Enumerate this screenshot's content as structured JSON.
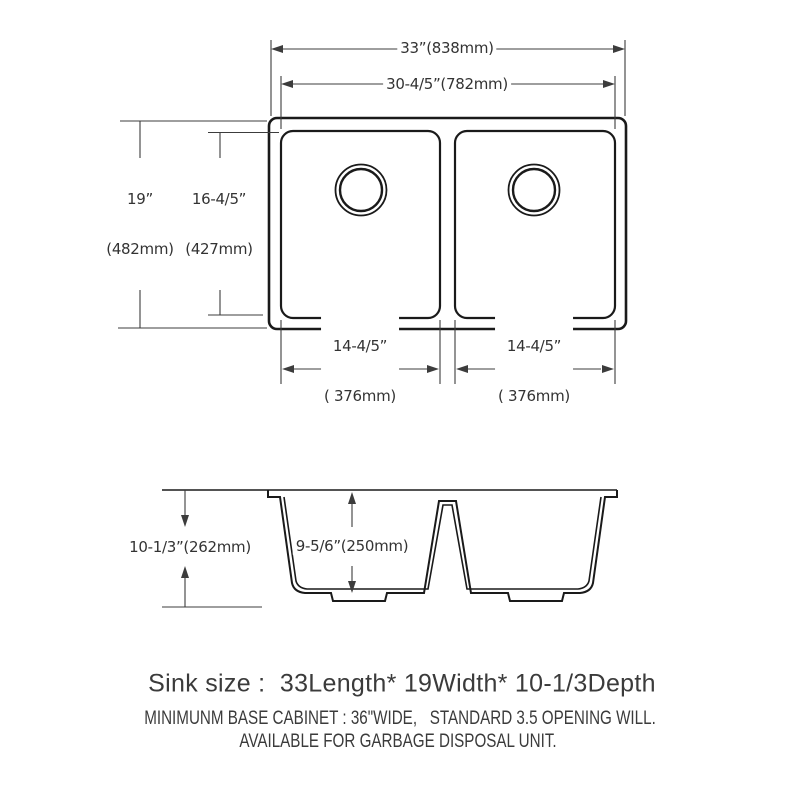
{
  "top_view": {
    "overall_width": "33”(838mm)",
    "inner_width": "30-4/5”(782mm)",
    "overall_depth": [
      "19”",
      "(482mm)"
    ],
    "bowl_depth": [
      "16-4/5”",
      "(427mm)"
    ],
    "left_bowl_width": [
      "14-4/5”",
      "( 376mm)"
    ],
    "right_bowl_width": [
      "14-4/5”",
      "( 376mm)"
    ]
  },
  "side_view": {
    "overall_height": "10-1/3”(262mm)",
    "bowl_inner_height": "9-5/6”(250mm)"
  },
  "caption": {
    "title": "Sink size :  33Length* 19Width* 10-1/3Depth",
    "note_line1": "MINIMUNM BASE CABINET : 36\"WIDE,   STANDARD 3.5 OPENING WILL.",
    "note_line2": "AVAILABLE FOR GARBAGE DISPOSAL UNIT."
  },
  "colors": {
    "outline": "#1a1a1a",
    "dimension_lines": "#3c3c3c",
    "text": "#3b3b3b"
  }
}
